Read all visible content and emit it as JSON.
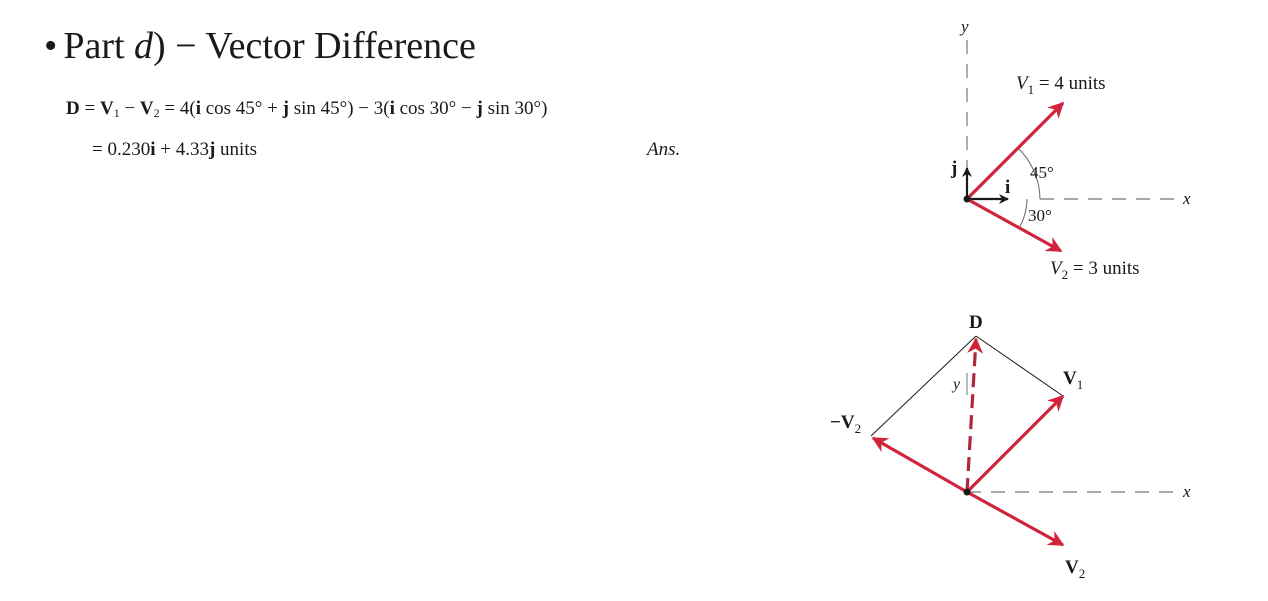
{
  "title": {
    "bullet": "•",
    "prefix": "Part ",
    "part_letter": "d",
    "suffix": ") − Vector Difference"
  },
  "equation": {
    "line1": {
      "lhs": "D",
      "eq": " = ",
      "v1": "V",
      "v1_sub": "1",
      "minus": " − ",
      "v2": "V",
      "v2_sub": "2",
      "expr_a": " = 4(",
      "i1": "i",
      "expr_b": " cos 45° + ",
      "j1": "j",
      "expr_c": " sin 45°) − 3(",
      "i2": "i",
      "expr_d": " cos 30° − ",
      "j2": "j",
      "expr_e": " sin 30°)"
    },
    "line2": {
      "eq": "= 0.230",
      "i": "i",
      "plus": " + 4.33",
      "j": "j",
      "units": " units"
    },
    "ans": "Ans."
  },
  "top_figure": {
    "y_axis_label": "y",
    "x_axis_label": "x",
    "unit_i_label": "i",
    "unit_j_label": "j",
    "v1_label": "V",
    "v1_sub": "1",
    "v1_value": " = 4 units",
    "v2_label": "V",
    "v2_sub": "2",
    "v2_value": " = 3 units",
    "angle1": "45°",
    "angle2": "30°",
    "colors": {
      "vector": "#d0243c",
      "axis": "#666666",
      "ink": "#1a1a1a"
    }
  },
  "bottom_figure": {
    "d_label": "D",
    "v1_label": "V",
    "v1_sub": "1",
    "neg_v2_label": "−V",
    "neg_v2_sub": "2",
    "v2_label": "V",
    "v2_sub": "2",
    "y_axis_label": "y",
    "x_axis_label": "x"
  }
}
